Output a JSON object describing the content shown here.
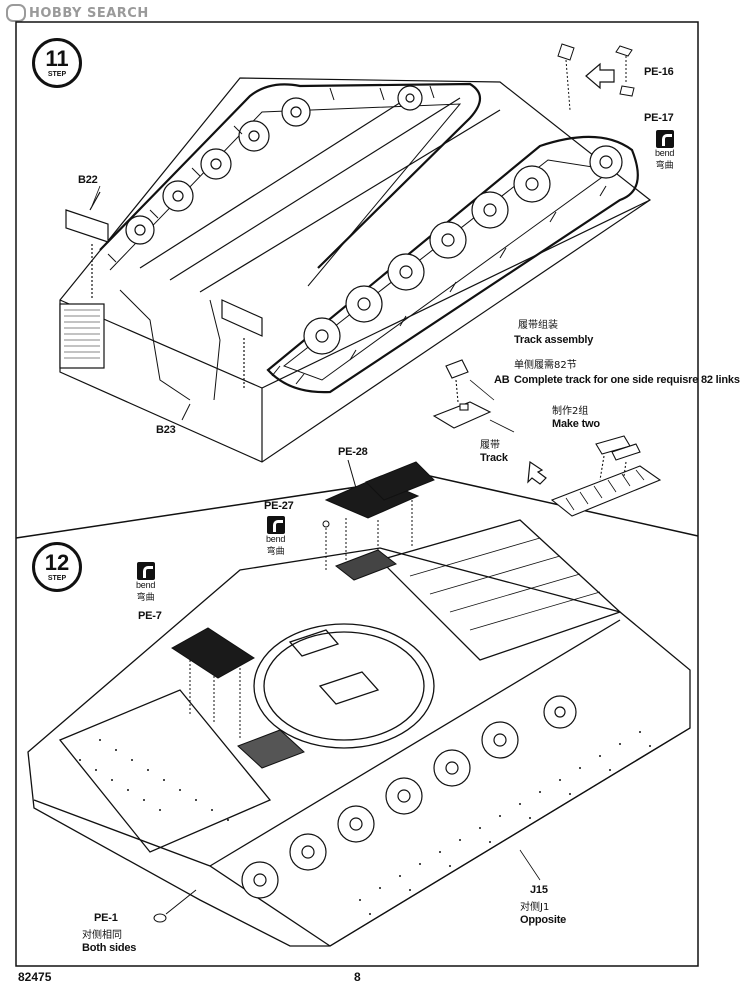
{
  "watermark": "HOBBY SEARCH",
  "step11": {
    "number": "11",
    "word": "STEP",
    "parts": {
      "b22": "B22",
      "b23": "B23",
      "pe16": "PE-16",
      "pe17": "PE-17",
      "ab": "AB"
    },
    "bend_en": "bend",
    "bend_cn": "弯曲",
    "track_assembly_cn": "履带组装",
    "track_assembly_en": "Track assembly",
    "links_cn": "单侧履需82节",
    "links_en": "Complete track for one side requisre 82 links",
    "make_two_cn": "制作2组",
    "make_two_en": "Make two",
    "track_cn": "履带",
    "track_en": "Track"
  },
  "step12": {
    "number": "12",
    "word": "STEP",
    "parts": {
      "pe28": "PE-28",
      "pe27": "PE-27",
      "pe7": "PE-7",
      "pe1": "PE-1",
      "j15": "J15"
    },
    "bend_en": "bend",
    "bend_cn": "弯曲",
    "both_cn": "对侧相同",
    "both_en": "Both sides",
    "opposite_cn": "对侧J1",
    "opposite_en": "Opposite"
  },
  "footer": {
    "product_code": "82475",
    "page_number": "8"
  },
  "icons": [
    "step-badge-icon",
    "bend-icon",
    "arrow-icon"
  ]
}
